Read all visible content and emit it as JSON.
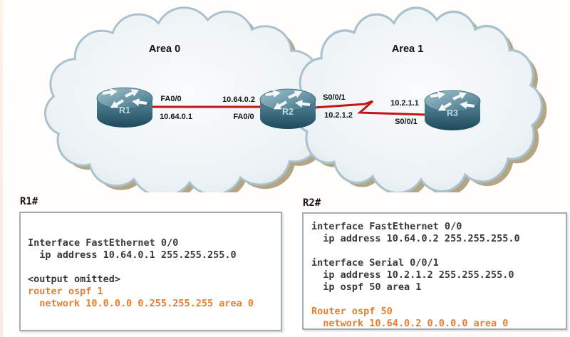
{
  "colors": {
    "highlight_orange": "#E87E2F",
    "link_red": "#C21712",
    "cloud_border": "#A9C2CE",
    "cloud_fill": "#EDF3F6",
    "cloud_shadow": "#B4A584",
    "router_teal": "#4A7C8E",
    "config_text": "#3A3A3A",
    "box_border": "#9EAFBA"
  },
  "diagram": {
    "areas": [
      {
        "label": "Area 0"
      },
      {
        "label": "Area 1"
      }
    ],
    "routers": [
      {
        "label": "R1"
      },
      {
        "label": "R2"
      },
      {
        "label": "R3"
      }
    ],
    "links": [
      {
        "type": "ethernet",
        "labels": {
          "near_top": "FA0/0",
          "near_bottom": "10.64.0.1",
          "far_top": "10.64.0.2",
          "far_bottom": "FA0/0"
        }
      },
      {
        "type": "serial",
        "labels": {
          "near_top": "S0/0/1",
          "near_bottom": "10.2.1.2",
          "far_top": "10.2.1.1",
          "far_bottom": "S0/0/1"
        }
      }
    ]
  },
  "terminals": {
    "r1": {
      "prompt": "R1#",
      "lines": [
        {
          "text": "Interface FastEthernet 0/0",
          "highlight": false
        },
        {
          "text": "  ip address 10.64.0.1 255.255.255.0",
          "highlight": false
        },
        {
          "text": "",
          "highlight": false
        },
        {
          "text": "<output omitted>",
          "highlight": false
        },
        {
          "text": "router ospf 1",
          "highlight": true
        },
        {
          "text": "  network 10.0.0.0 0.255.255.255 area 0",
          "highlight": true
        }
      ]
    },
    "r2": {
      "prompt": "R2#",
      "lines": [
        {
          "text": "interface FastEthernet 0/0",
          "highlight": false
        },
        {
          "text": "  ip address 10.64.0.2 255.255.255.0",
          "highlight": false
        },
        {
          "text": "",
          "highlight": false
        },
        {
          "text": "interface Serial 0/0/1",
          "highlight": false
        },
        {
          "text": "  ip address 10.2.1.2 255.255.255.0",
          "highlight": false
        },
        {
          "text": "  ip ospf 50 area 1",
          "highlight": false
        },
        {
          "text": "",
          "highlight": false
        },
        {
          "text": "Router ospf 50",
          "highlight": true
        },
        {
          "text": "  network 10.64.0.2 0.0.0.0 area 0",
          "highlight": true
        }
      ]
    }
  }
}
